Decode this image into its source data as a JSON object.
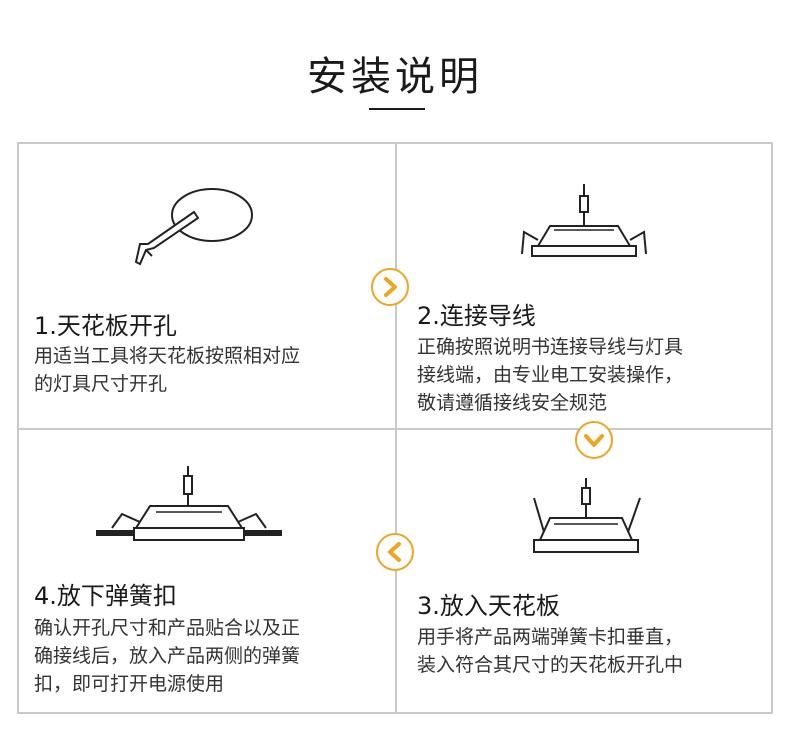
{
  "page": {
    "title": "安装说明"
  },
  "colors": {
    "accent": "#f0a51e",
    "grid_line": "#c9c9c9",
    "text": "#1a1a1a"
  },
  "steps": [
    {
      "title": "1.天花板开孔",
      "desc_lines": [
        "用适当工具将天花板按照相对应",
        "的灯具尺寸开孔"
      ]
    },
    {
      "title": "2.连接导线",
      "desc_lines": [
        "正确按照说明书连接导线与灯具",
        "接线端，由专业电工安装操作，",
        "敬请遵循接线安全规范"
      ]
    },
    {
      "title": "3.放入天花板",
      "desc_lines": [
        "用手将产品两端弹簧卡扣垂直，",
        "装入符合其尺寸的天花板开孔中"
      ]
    },
    {
      "title": "4.放下弹簧扣",
      "desc_lines": [
        "确认开孔尺寸和产品贴合以及正",
        "确接线后，放入产品两侧的弹簧",
        "扣，即可打开电源使用"
      ]
    }
  ],
  "icons": {
    "arrow_right": "chevron-right-icon",
    "arrow_down": "chevron-down-icon",
    "arrow_left": "chevron-left-icon"
  }
}
